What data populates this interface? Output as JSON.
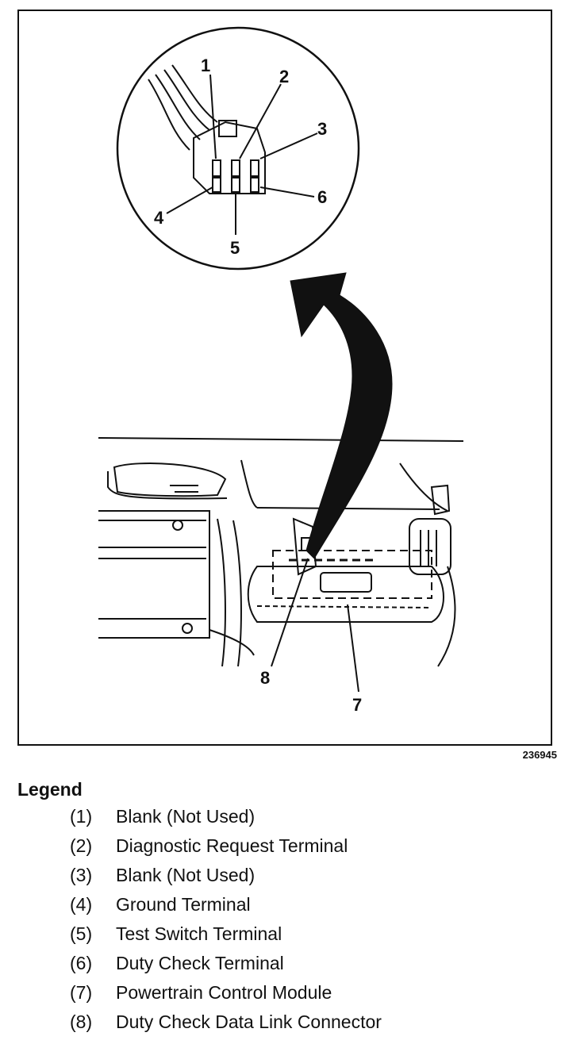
{
  "figure": {
    "id_number": "236945",
    "callouts": [
      "1",
      "2",
      "3",
      "4",
      "5",
      "6",
      "7",
      "8"
    ]
  },
  "legend": {
    "title": "Legend",
    "items": [
      {
        "num": "(1)",
        "text": "Blank (Not Used)"
      },
      {
        "num": "(2)",
        "text": "Diagnostic Request Terminal"
      },
      {
        "num": "(3)",
        "text": "Blank (Not Used)"
      },
      {
        "num": "(4)",
        "text": "Ground Terminal"
      },
      {
        "num": "(5)",
        "text": "Test Switch Terminal"
      },
      {
        "num": "(6)",
        "text": "Duty Check Terminal"
      },
      {
        "num": "(7)",
        "text": "Powertrain Control Module"
      },
      {
        "num": "(8)",
        "text": "Duty Check Data Link Connector"
      }
    ]
  }
}
